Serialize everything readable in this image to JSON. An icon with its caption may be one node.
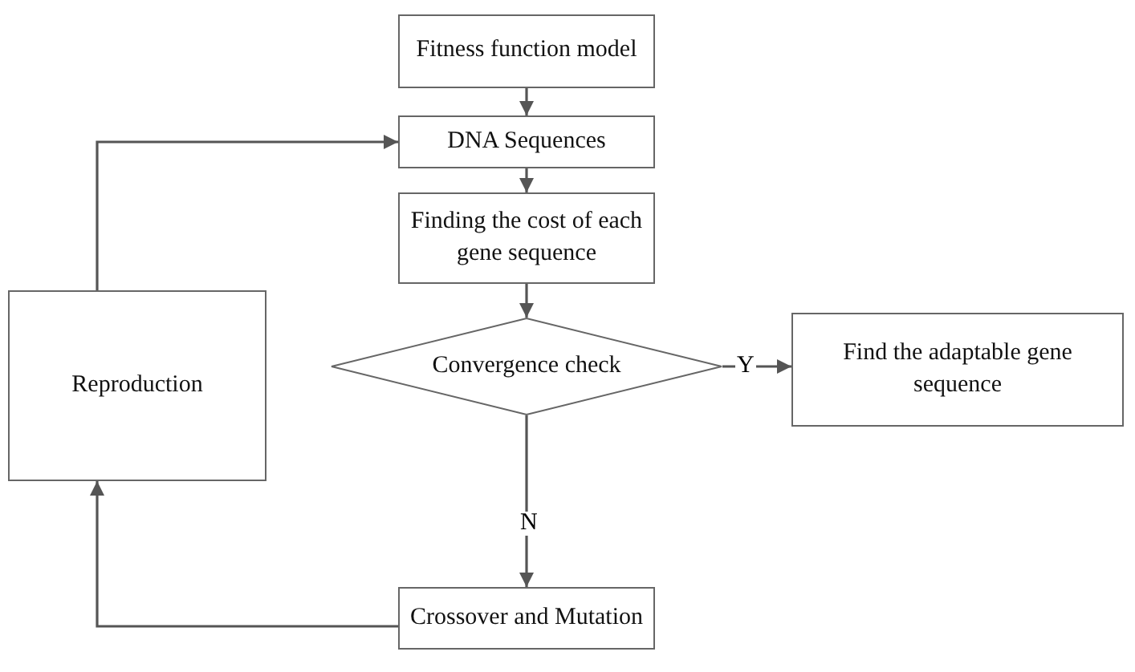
{
  "diagram": {
    "nodes": [
      {
        "text": [
          "Fitness function model"
        ]
      },
      {
        "text": [
          "DNA Sequences"
        ]
      },
      {
        "text": [
          "Finding the cost of each gene sequence"
        ]
      },
      {
        "text": [
          "Convergence check"
        ]
      },
      {
        "text": [
          "Find the adaptable gene sequence"
        ]
      },
      {
        "text": [
          "Reproduction"
        ]
      },
      {
        "text": [
          "Crossover and Mutation"
        ]
      }
    ],
    "edges": [
      {
        "from": 0,
        "to": 1,
        "arrow": "to"
      },
      {
        "from": 1,
        "to": 2,
        "arrow": "to"
      },
      {
        "from": 2,
        "to": 3,
        "arrow": "to"
      },
      {
        "from": 3,
        "to": 4,
        "arrow": "to",
        "label": "Y"
      },
      {
        "from": 3,
        "to": 6,
        "arrow": "to",
        "label": "N"
      },
      {
        "from": 6,
        "to": 5,
        "arrow": "to"
      },
      {
        "from": 5,
        "to": 1,
        "arrow": "to"
      }
    ]
  }
}
